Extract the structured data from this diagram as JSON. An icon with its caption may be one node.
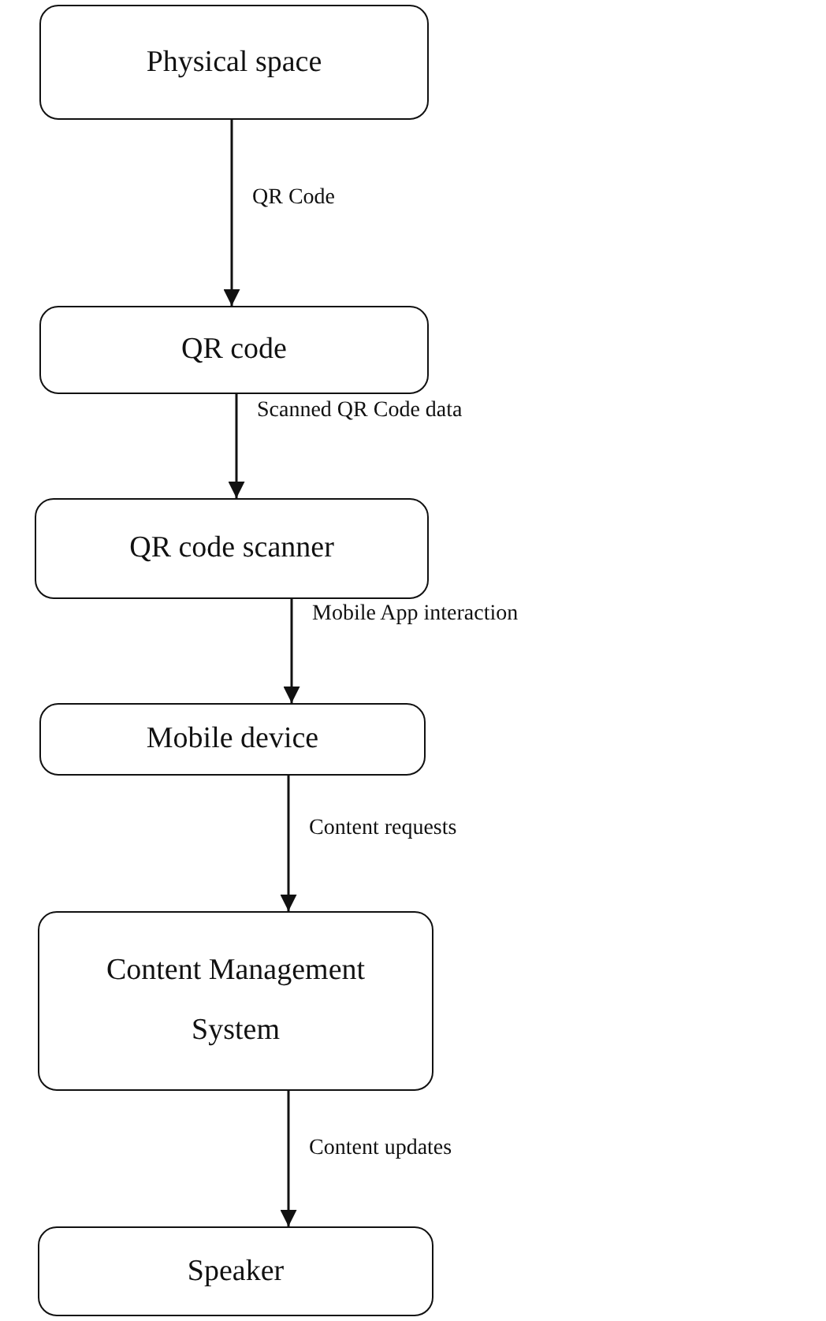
{
  "diagram": {
    "nodes": [
      {
        "text": [
          "Physical space"
        ]
      },
      {
        "text": [
          "QR code"
        ]
      },
      {
        "text": [
          "QR code scanner"
        ]
      },
      {
        "text": [
          "Mobile device"
        ]
      },
      {
        "text": [
          "Content Management System"
        ]
      },
      {
        "text": [
          "Speaker"
        ]
      }
    ],
    "edges": [
      {
        "from": 0,
        "to": 1,
        "arrow": "to",
        "label": "QR Code"
      },
      {
        "from": 1,
        "to": 2,
        "arrow": "to",
        "label": "Scanned QR Code data"
      },
      {
        "from": 2,
        "to": 3,
        "arrow": "to",
        "label": "Mobile App interaction"
      },
      {
        "from": 3,
        "to": 4,
        "arrow": "to",
        "label": "Content requests"
      },
      {
        "from": 4,
        "to": 5,
        "arrow": "to",
        "label": "Content updates"
      }
    ]
  }
}
